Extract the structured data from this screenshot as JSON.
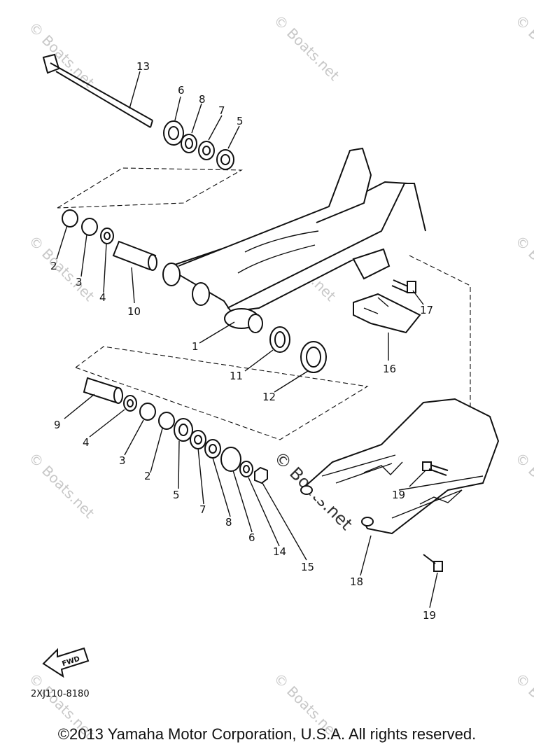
{
  "watermark": "© Boats.net",
  "part_numbers": {
    "p1": "1",
    "p2a": "2",
    "p2b": "2",
    "p3a": "3",
    "p3b": "3",
    "p4a": "4",
    "p4b": "4",
    "p5a": "5",
    "p5b": "5",
    "p6a": "6",
    "p6b": "6",
    "p7a": "7",
    "p7b": "7",
    "p8a": "8",
    "p8b": "8",
    "p9": "9",
    "p10": "10",
    "p11": "11",
    "p12": "12",
    "p13": "13",
    "p14": "14",
    "p15": "15",
    "p16": "16",
    "p17": "17",
    "p18": "18",
    "p19a": "19",
    "p19b": "19"
  },
  "fwd_label": "FWD",
  "diagram_code": "2XJ110-8180",
  "copyright": "©2013 Yamaha Motor Corporation, U.S.A. All rights reserved."
}
